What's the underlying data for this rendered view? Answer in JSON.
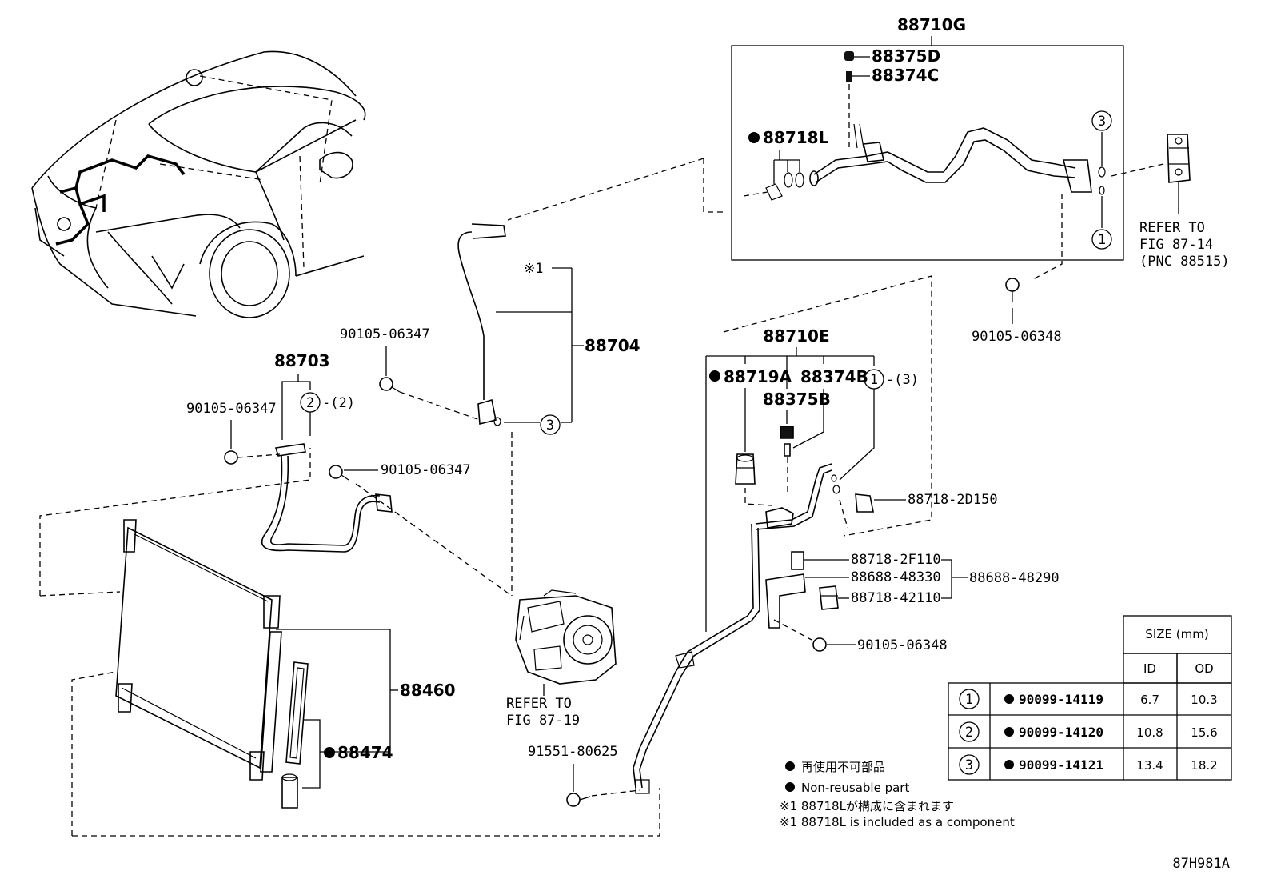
{
  "labels": {
    "p88710G": "88710G",
    "p88375D": "88375D",
    "p88374C": "88374C",
    "p88718L": "88718L",
    "refer_8714_line1": "REFER TO",
    "refer_8714_line2": "FIG 87-14",
    "refer_8714_line3": "(PNC 88515)",
    "bolt_06348_top": "90105-06348",
    "note_star1": "※1",
    "p88704": "88704",
    "bolt_06347_a": "90105-06347",
    "p88703": "88703",
    "bolt_06347_b": "90105-06347",
    "ring_2_qty": "-(2)",
    "bolt_06347_c": "90105-06347",
    "p88710E": "88710E",
    "p88719A": "88719A",
    "p88374B": "88374B",
    "p88375B": "88375B",
    "ring_1_qty": "-(3)",
    "p88718_2D150": "88718-2D150",
    "p88718_2F110": "88718-2F110",
    "p88688_48330": "88688-48330",
    "p88688_48290": "88688-48290",
    "p88718_42110": "88718-42110",
    "bolt_06348_mid": "90105-06348",
    "p88460": "88460",
    "p88474": "88474",
    "refer_8719_line1": "REFER TO",
    "refer_8719_line2": "FIG 87-19",
    "bolt_91551": "91551-80625",
    "circle_1": "1",
    "circle_2": "2",
    "circle_3": "3",
    "diagram_id": "87H981A"
  },
  "legend": {
    "jp_nonreusable": "再使用不可部品",
    "en_nonreusable": "Non-reusable part",
    "jp_note": "※1 88718Lが構成に含まれます",
    "en_note": "※1 88718L is included as a component"
  },
  "size_table": {
    "header": "SIZE (mm)",
    "col_id": "ID",
    "col_od": "OD",
    "rows": [
      {
        "ref": "1",
        "part": "90099-14119",
        "id": "6.7",
        "od": "10.3"
      },
      {
        "ref": "2",
        "part": "90099-14120",
        "id": "10.8",
        "od": "15.6"
      },
      {
        "ref": "3",
        "part": "90099-14121",
        "id": "13.4",
        "od": "18.2"
      }
    ]
  }
}
